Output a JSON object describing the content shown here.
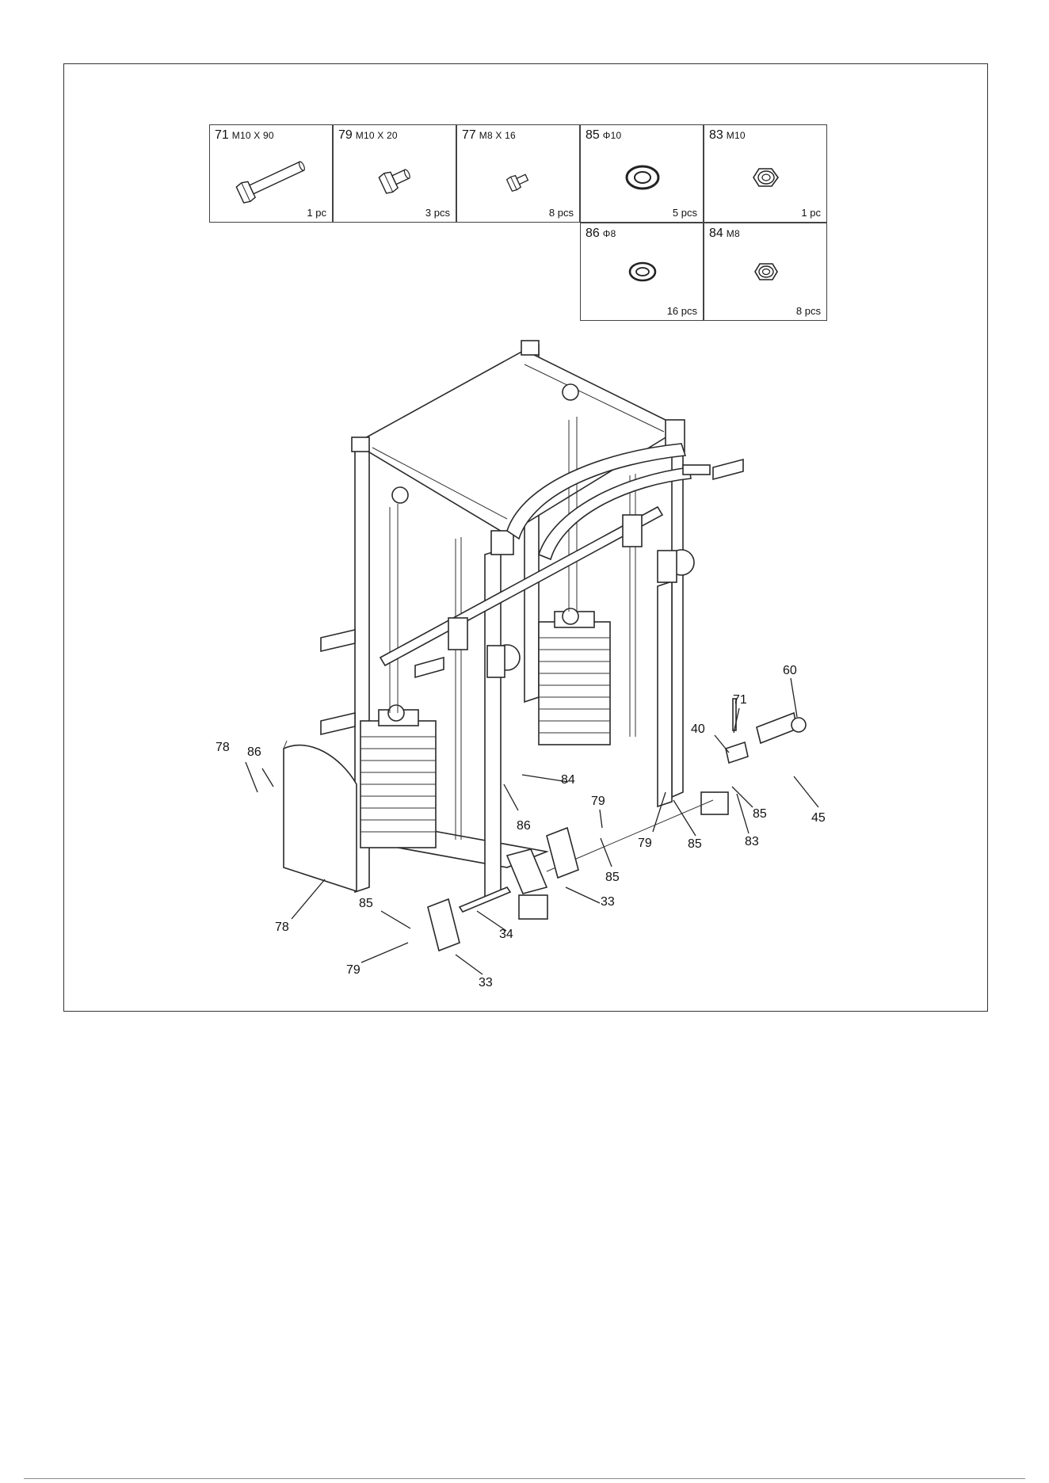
{
  "parts": [
    {
      "id": "71",
      "spec": "M10 X 90",
      "qty": "1 pc",
      "icon": "long-bolt-icon"
    },
    {
      "id": "79",
      "spec": "M10 X 20",
      "qty": "3 pcs",
      "icon": "short-bolt-icon"
    },
    {
      "id": "77",
      "spec": "M8 X 16",
      "qty": "8 pcs",
      "icon": "small-bolt-icon"
    },
    {
      "id": "85",
      "spec": "Φ10",
      "qty": "5 pcs",
      "icon": "washer-icon"
    },
    {
      "id": "83",
      "spec": "M10",
      "qty": "1 pc",
      "icon": "nut-icon"
    },
    {
      "id": "86",
      "spec": "Φ8",
      "qty": "16 pcs",
      "icon": "washer-icon"
    },
    {
      "id": "84",
      "spec": "M8",
      "qty": "8 pcs",
      "icon": "nut-icon"
    }
  ],
  "callouts": {
    "c60": "60",
    "c71": "71",
    "c40": "40",
    "c45": "45",
    "c85a": "85",
    "c83": "83",
    "c85b": "85",
    "c79a": "79",
    "c79b": "79",
    "c85c": "85",
    "c84": "84",
    "c86a": "86",
    "c78a": "78",
    "c86b": "86",
    "c33a": "33",
    "c34": "34",
    "c85d": "85",
    "c79c": "79",
    "c33b": "33",
    "c78b": "78"
  }
}
